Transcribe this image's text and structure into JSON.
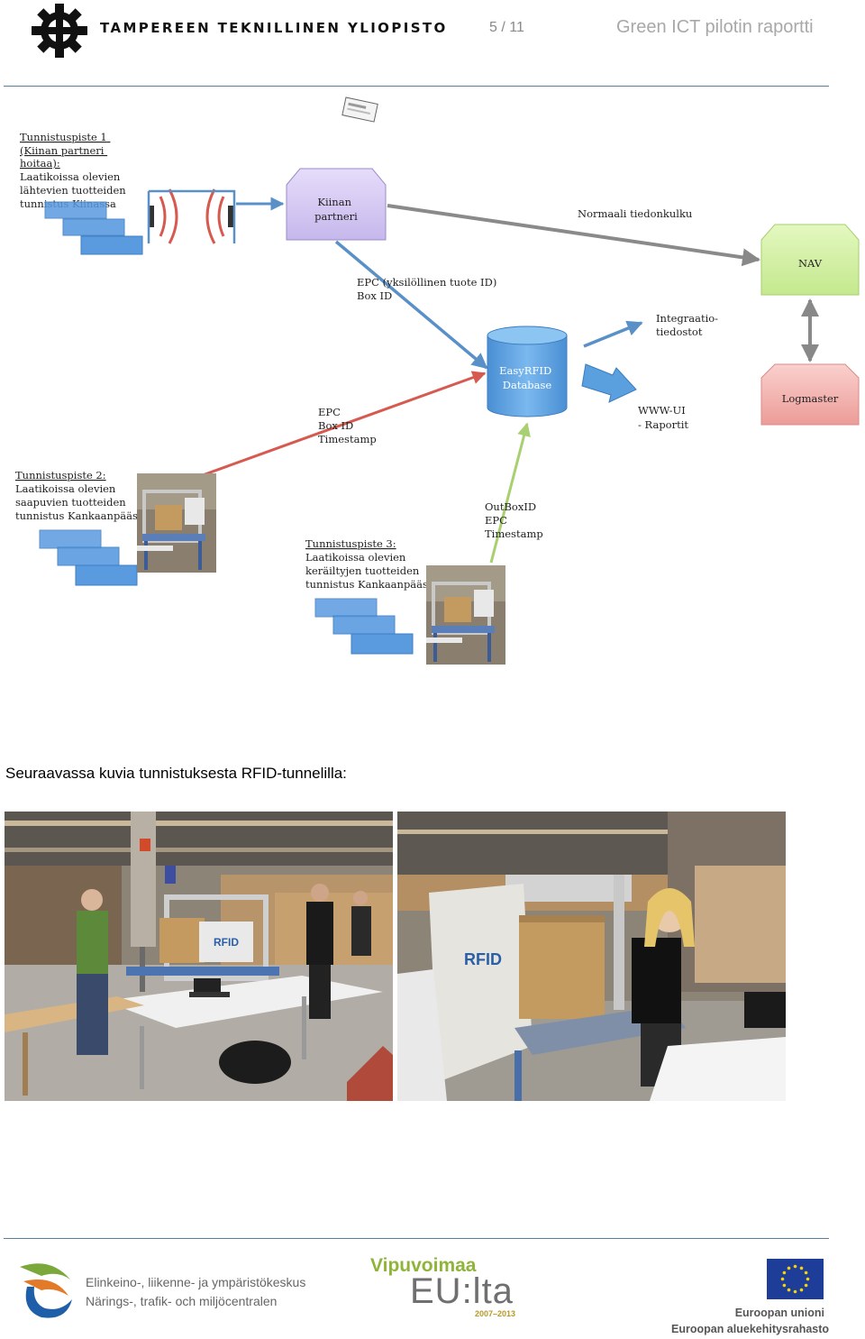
{
  "header": {
    "university_name": "TAMPEREEN TEKNILLINEN YLIOPISTO",
    "page_number": "5 / 11",
    "document_title": "Green ICT pilotin raportti"
  },
  "diagram": {
    "station1": {
      "title_lines": [
        "Tunnistuspiste 1",
        "(Kiinan partneri",
        "hoitaa):"
      ],
      "body_lines": [
        "Laatikoissa olevien",
        "lähtevien tuotteiden",
        "tunnistus Kiinassa"
      ]
    },
    "china_partner_lines": [
      "Kiinan",
      "partneri"
    ],
    "normal_flow": "Normaali tiedonkulku",
    "nav": "NAV",
    "logmaster": "Logmaster",
    "epc_box_lines": [
      "EPC (yksilöllinen tuote ID)",
      "Box ID"
    ],
    "database_lines": [
      "EasyRFID",
      "Database"
    ],
    "integration_lines": [
      "Integraatio-",
      "tiedostot"
    ],
    "www_lines": [
      "WWW-UI",
      "- Raportit"
    ],
    "epc_box_timestamp_lines": [
      "EPC",
      "Box ID",
      "Timestamp"
    ],
    "station2": {
      "title_lines": [
        "Tunnistuspiste 2:"
      ],
      "body_lines": [
        "Laatikoissa olevien",
        "saapuvien tuotteiden",
        "tunnistus Kankaanpäässä"
      ]
    },
    "outbox_lines": [
      "OutBoxID",
      "EPC",
      "Timestamp"
    ],
    "station3": {
      "title_lines": [
        "Tunnistuspiste 3:"
      ],
      "body_lines": [
        "Laatikoissa olevien",
        "keräiltyjen tuotteiden",
        "tunnistus Kankaanpäässä"
      ]
    }
  },
  "caption": "Seuraavassa kuvia tunnistuksesta RFID-tunnelilla:",
  "photos": [
    {
      "tunnel_label": "RFID"
    },
    {
      "tunnel_label": "RFID"
    }
  ],
  "footer": {
    "ely_lines": [
      "Elinkeino-, liikenne- ja ympäristökeskus",
      "Närings-, trafik- och miljöcentralen"
    ],
    "vipuvoimaa_title": "Vipuvoimaa",
    "vipuvoimaa_subtitle": "EU:lta",
    "vipuvoimaa_years": "2007–2013",
    "eu_lines": [
      "Euroopan unioni",
      "Euroopan aluekehitysrahasto"
    ]
  },
  "colors": {
    "rule": "#5a7d9e",
    "nav_green": "#d5f2a8",
    "logmaster_red": "#f3b6b3",
    "china_purple": "#d8cdf2",
    "db_blue": "#5aa0de",
    "box_blue": "#5a9be0",
    "red_arrow": "#d65a50",
    "green_arrow": "#a8cf70",
    "blue_arrow": "#5a90c8"
  }
}
